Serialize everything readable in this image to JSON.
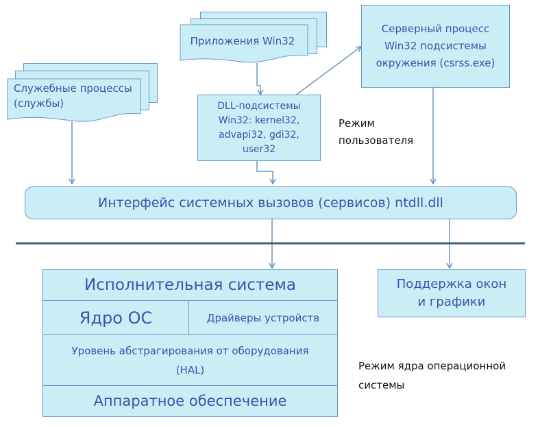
{
  "diagram": {
    "services": "Служебные процессы\n(службы)",
    "win32_apps": "Приложения Win32",
    "server_process": "Серверный процесс\nWin32 подсистемы\nокружения (csrss.exe)",
    "subsystem_dlls": "DLL-подсистемы\nWin32: kernel32,\nadvapi32, gdi32,\nuser32",
    "user_mode": "Режим\nпользователя",
    "syscall_interface": "Интерфейс системных вызовов (сервисов) ntdll.dll",
    "executive": "Исполнительная система",
    "kernel": "Ядро ОС",
    "device_drivers": "Драйверы устройств",
    "hal": "Уровень абстрагирования от оборудования\n(HAL)",
    "hardware": "Аппаратное обеспечение",
    "windowing_graphics": "Поддержка окон\nи графики",
    "kernel_mode": "Режим ядра операционной\nсистемы"
  },
  "colors": {
    "box_fill": "#c9eef5",
    "box_border": "#6a95cc",
    "box_text": "#3a53ad",
    "arrow": "#6b93bd",
    "divider": "#3c5f7e"
  }
}
